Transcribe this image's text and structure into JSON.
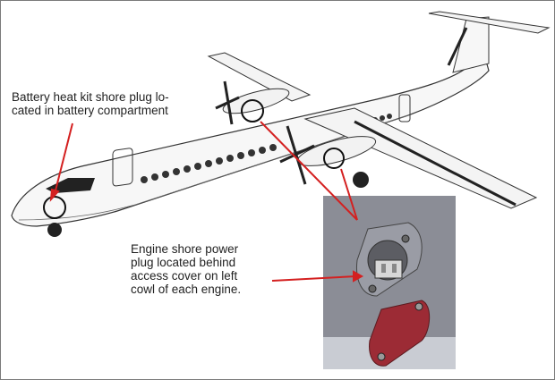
{
  "callouts": {
    "battery": {
      "line1": "Battery heat kit shore plug lo-",
      "line2": "cated in battery compartment"
    },
    "engine": {
      "line1": "Engine shore power",
      "line2": "plug located behind",
      "line3": "access cover on left",
      "line4": "cowl of each engine."
    }
  },
  "colors": {
    "arrow": "#d42020",
    "cover": "#9c2b35",
    "panel": "#8b8d96",
    "panel_lower": "#c9ccd3"
  }
}
